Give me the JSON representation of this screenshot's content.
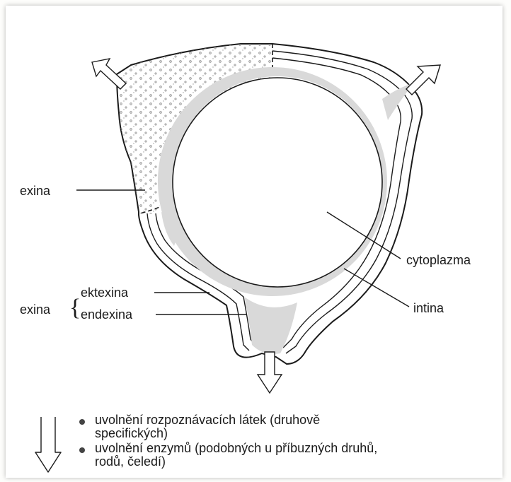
{
  "labels": {
    "exina_top": "exina",
    "exina_group": "exina",
    "brace": "{",
    "ektexina": "ektexina",
    "endexina": "endexina",
    "cytoplazma": "cytoplazma",
    "intina": "intina"
  },
  "legend": {
    "items": [
      {
        "line1": "uvolnění rozpoznávacích látek (druhově",
        "line2": "specifických)"
      },
      {
        "line1": "uvolnění enzymů (podobných u příbuzných druhů,",
        "line2": "rodů, čeledí)"
      }
    ]
  },
  "colors": {
    "ink": "#1b1b1b",
    "intina_fill": "#d9d9d9",
    "exine_stipple": "#7a7a7a",
    "frame_shadow": "#999999"
  }
}
